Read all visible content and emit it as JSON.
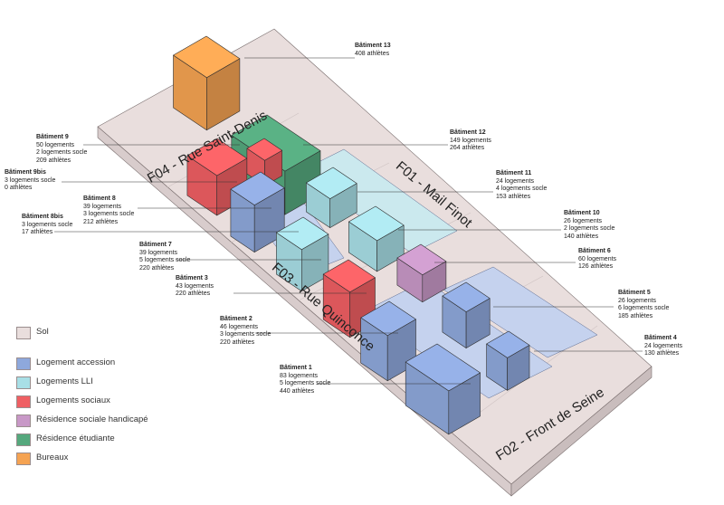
{
  "legend": [
    {
      "key": "sol",
      "label": "Sol",
      "color": "#e9dedd"
    },
    {
      "key": "accession",
      "label": "Logement accession",
      "color": "#8ea8dc"
    },
    {
      "key": "lli",
      "label": "Logements LLI",
      "color": "#a8dfe6"
    },
    {
      "key": "sociaux",
      "label": "Logements sociaux",
      "color": "#ef5f63"
    },
    {
      "key": "handicape",
      "label": "Résidence sociale handicapé",
      "color": "#c898c7"
    },
    {
      "key": "etudiante",
      "label": "Résidence étudiante",
      "color": "#55a87d"
    },
    {
      "key": "bureaux",
      "label": "Bureaux",
      "color": "#f5a352"
    }
  ],
  "streets": {
    "f04": "F04  -  Rue Saint-Denis",
    "f01": "F01  -  Mail Finot",
    "f03": "F03  -  Rue Quinconce",
    "f02": "F02  -  Front de Seine"
  },
  "buildings": {
    "b13": {
      "title": "Bâtiment 13",
      "lines": [
        "408 athlètes"
      ]
    },
    "b12": {
      "title": "Bâtiment 12",
      "lines": [
        "149 logements",
        "264 athlètes"
      ]
    },
    "b9": {
      "title": "Bâtiment 9",
      "lines": [
        "50 logements",
        "2 logements socle",
        "209 athlètes"
      ]
    },
    "b9bis": {
      "title": "Bâtiment 9bis",
      "lines": [
        "3 logements socle",
        "0 athlètes"
      ]
    },
    "b11": {
      "title": "Bâtiment 11",
      "lines": [
        "24 logements",
        "4 logements socle",
        "153 athlètes"
      ]
    },
    "b8": {
      "title": "Bâtiment 8",
      "lines": [
        "39 logements",
        "3 logements socle",
        "212 athlètes"
      ]
    },
    "b8bis": {
      "title": "Bâtiment 8bis",
      "lines": [
        "3 logements socle",
        "17 athlètes"
      ]
    },
    "b10": {
      "title": "Bâtiment 10",
      "lines": [
        "26 logements",
        "2 logements socle",
        "140 athlètes"
      ]
    },
    "b7": {
      "title": "Bâtiment 7",
      "lines": [
        "39 logements",
        "5 logements socle",
        "220 athlètes"
      ]
    },
    "b6": {
      "title": "Bâtiment 6",
      "lines": [
        "60 logements",
        "126 athlètes"
      ]
    },
    "b3": {
      "title": "Bâtiment 3",
      "lines": [
        "43 logements",
        "220 athlètes"
      ]
    },
    "b5": {
      "title": "Bâtiment 5",
      "lines": [
        "26 logements",
        "6 logements socle",
        "185 athlètes"
      ]
    },
    "b2": {
      "title": "Bâtiment 2",
      "lines": [
        "46 logements",
        "3 logements socle",
        "220 athlètes"
      ]
    },
    "b4": {
      "title": "Bâtiment 4",
      "lines": [
        "24 logements",
        "130 athlètes"
      ]
    },
    "b1": {
      "title": "Bâtiment 1",
      "lines": [
        "83 logements",
        "5 logements socle",
        "440 athlètes"
      ]
    }
  }
}
